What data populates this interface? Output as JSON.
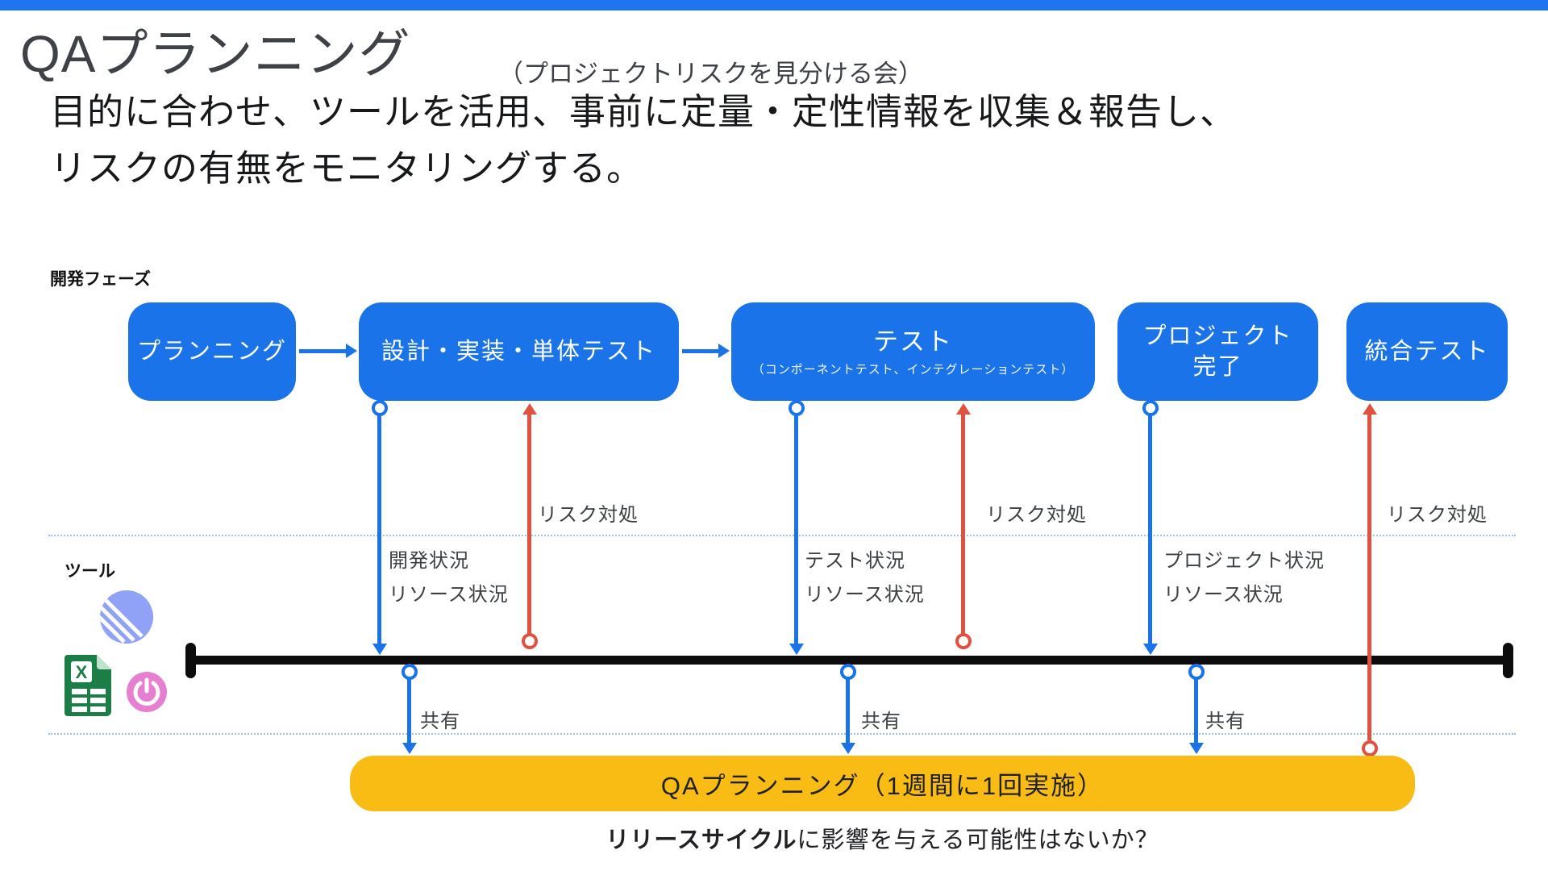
{
  "page": {
    "title": "QAプランニング",
    "subtitle": "（プロジェクトリスクを見分ける会）",
    "description_line1": "目的に合わせ、ツールを活用、事前に定量・定性情報を収集＆報告し、",
    "description_line2": "リスクの有無をモニタリングする。"
  },
  "sections": {
    "phases_label": "開発フェーズ",
    "tools_label": "ツール"
  },
  "phases": [
    {
      "label": "プランニング"
    },
    {
      "label": "設計・実装・単体テスト"
    },
    {
      "label": "テスト",
      "sublabel": "（コンポーネントテスト、インテグレーションテスト）"
    },
    {
      "label": "プロジェクト",
      "label_line2": "完了"
    },
    {
      "label": "統合テスト"
    }
  ],
  "tools": {
    "icons": [
      {
        "name": "striped-circle-tool-icon"
      },
      {
        "name": "spreadsheet-tool-icon"
      },
      {
        "name": "power-button-tool-icon"
      }
    ]
  },
  "annotations": {
    "risk_labels": [
      "リスク対処",
      "リスク対処",
      "リスク対処"
    ],
    "status_groups": [
      [
        "開発状況",
        "リソース状況"
      ],
      [
        "テスト状況",
        "リソース状況"
      ],
      [
        "プロジェクト状況",
        "リソース状況"
      ]
    ],
    "share_labels": [
      "共有",
      "共有",
      "共有"
    ]
  },
  "qa_bar": {
    "label": "QAプランニング（1週間に1回実施）"
  },
  "footer": {
    "bold": "リリースサイクル",
    "rest": "に影響を与える可能性はないか？"
  },
  "colors": {
    "accent_blue": "#1a73e8",
    "arrow_red": "#e0513f",
    "bar_yellow": "#f9bc15",
    "timeline_black": "#0c0c0c",
    "icon_green": "#1b7e46",
    "icon_pink": "#e67fd0",
    "icon_lavender": "#8fa2f5",
    "topbar_blue": "#1f75ed"
  }
}
